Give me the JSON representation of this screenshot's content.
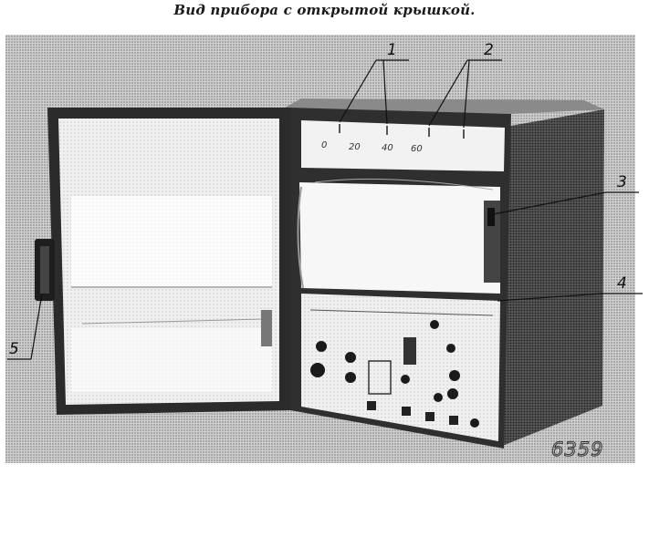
{
  "caption": "Вид прибора с открытой крышкой.",
  "callouts": [
    {
      "label": "1"
    },
    {
      "label": "2"
    },
    {
      "label": "3"
    },
    {
      "label": "4"
    },
    {
      "label": "5"
    }
  ],
  "scale_labels": [
    "0",
    "20",
    "40",
    "60"
  ],
  "reference_number": "6359",
  "colors": {
    "ink": "#1a1a1a",
    "paper": "#ffffff",
    "halftone": "#bdbdbd"
  }
}
